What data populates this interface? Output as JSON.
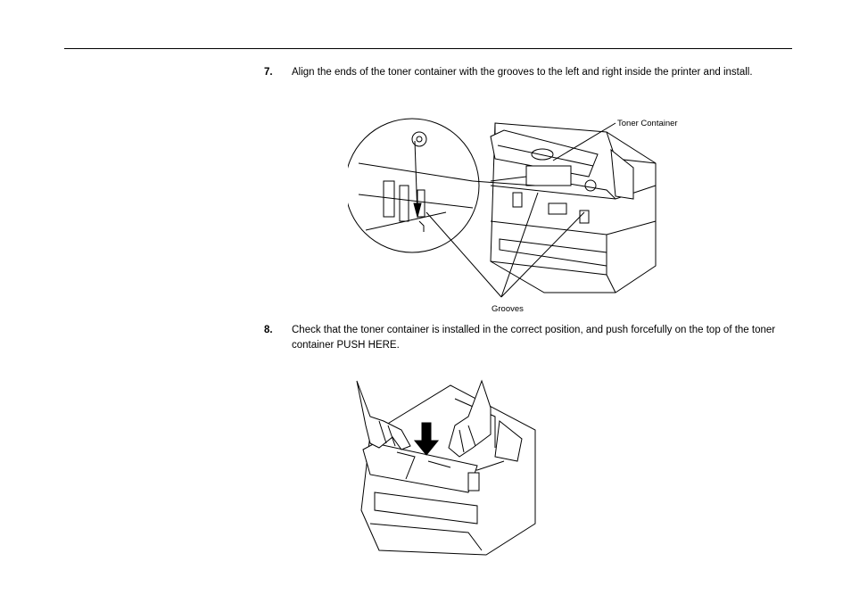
{
  "steps": [
    {
      "number": "7.",
      "text": "Align the ends of the toner container with the grooves to the left and right inside the printer and install."
    },
    {
      "number": "8.",
      "text": "Check that the toner container is installed in the correct position, and push forcefully on the top of the toner container  PUSH HERE."
    }
  ],
  "figure1": {
    "label_toner": "Toner Container",
    "label_grooves": "Grooves"
  },
  "colors": {
    "ink": "#000000",
    "paper": "#ffffff",
    "shade": "#e8e8e8"
  }
}
